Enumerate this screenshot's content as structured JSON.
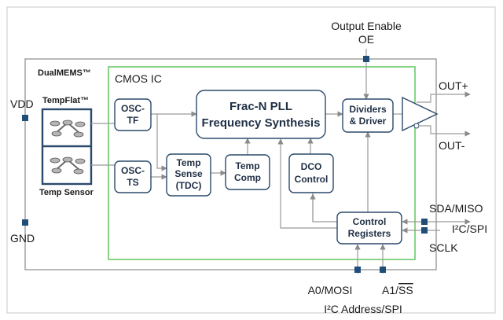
{
  "pins": {
    "output_enable": "Output Enable",
    "oe": "OE",
    "vdd": "VDD",
    "gnd": "GND",
    "out_plus": "OUT+",
    "out_minus": "OUT-",
    "sda_miso": "SDA/MISO",
    "i2c_spi": "I²C/SPI",
    "sclk": "SCLK",
    "a0_mosi": "A0/MOSI",
    "a1_prefix": "A1/",
    "a1_ss": "SS",
    "i2c_address_spi": "I²C Address/SPI"
  },
  "regions": {
    "dualmems": "DualMEMS™",
    "cmos_ic": "CMOS IC",
    "tempflat": "TempFlat™",
    "temp_sensor": "Temp Sensor"
  },
  "blocks": {
    "osc_tf": [
      "OSC-",
      "TF"
    ],
    "osc_ts": [
      "OSC-",
      "TS"
    ],
    "frac_pll": [
      "Frac-N PLL",
      "Frequency Synthesis"
    ],
    "temp_sense": [
      "Temp",
      "Sense",
      "(TDC)"
    ],
    "temp_comp": [
      "Temp",
      "Comp"
    ],
    "dco": [
      "DCO",
      "Control"
    ],
    "dividers": [
      "Dividers",
      "& Driver"
    ],
    "control": [
      "Control",
      "Registers"
    ]
  },
  "colors": {
    "cmos_border": "#6cc86c",
    "block_border": "#2c4a6b",
    "pin_marker": "#1f4e79",
    "wire": "#9a9a9a"
  }
}
